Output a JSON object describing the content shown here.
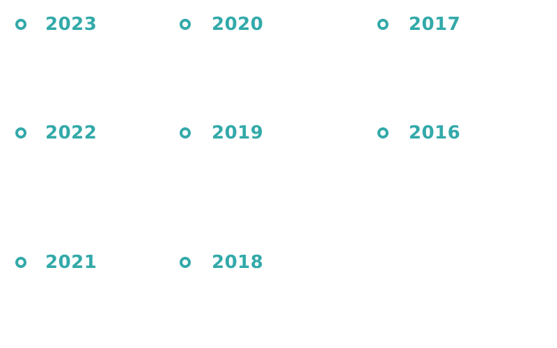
{
  "accent_color": "#33a9a9",
  "years": [
    {
      "label": "2023",
      "icon": "ring-bullet-icon"
    },
    {
      "label": "2022",
      "icon": "ring-bullet-icon"
    },
    {
      "label": "2021",
      "icon": "ring-bullet-icon"
    },
    {
      "label": "2020",
      "icon": "ring-bullet-icon"
    },
    {
      "label": "2019",
      "icon": "ring-bullet-icon"
    },
    {
      "label": "2018",
      "icon": "ring-bullet-icon"
    },
    {
      "label": "2017",
      "icon": "ring-bullet-icon"
    },
    {
      "label": "2016",
      "icon": "ring-bullet-icon"
    }
  ]
}
